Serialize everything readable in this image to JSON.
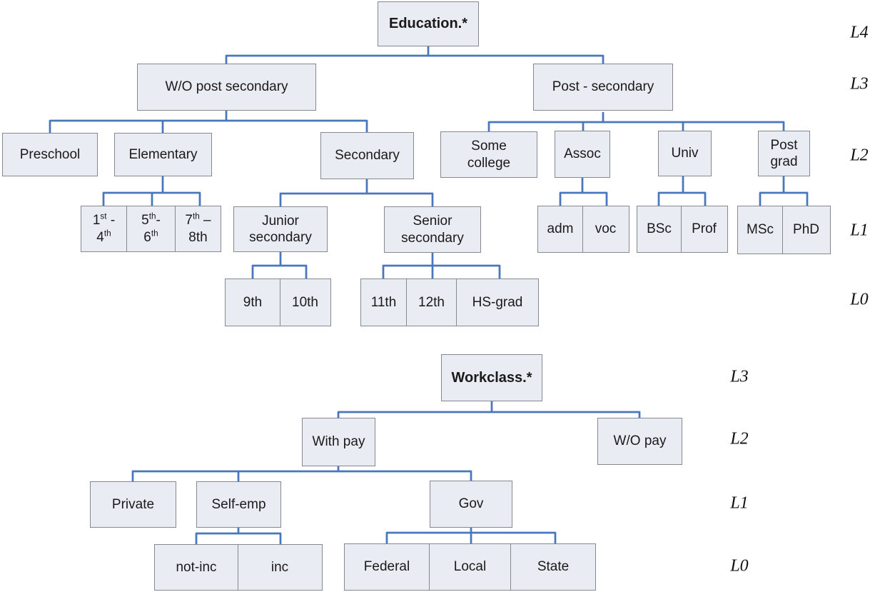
{
  "palette": {
    "node_fill": "#EAECF4",
    "node_border": "#85898F",
    "connector": "#4977BB",
    "text": "#1A1A1A"
  },
  "nodes": {
    "education_root": "Education.*",
    "wo_post_secondary": "W/O post secondary",
    "post_secondary": "Post - secondary",
    "preschool": "Preschool",
    "elementary": "Elementary",
    "secondary": "Secondary",
    "some_college": "Some\ncollege",
    "assoc": "Assoc",
    "univ": "Univ",
    "post_grad": "Post\ngrad",
    "grades_1_4": "1^st^ -\n4^th^",
    "grades_5_6": "5^th^-\n6^th^",
    "grades_7_8": "7^th^ –\n8th",
    "junior_secondary": "Junior\nsecondary",
    "senior_secondary": "Senior\nsecondary",
    "adm": "adm",
    "voc": "voc",
    "bsc": "BSc",
    "prof": "Prof",
    "msc": "MSc",
    "phd": "PhD",
    "grade_9": "9th",
    "grade_10": "10th",
    "grade_11": "11th",
    "grade_12": "12th",
    "hs_grad": "HS-grad",
    "workclass_root": "Workclass.*",
    "with_pay": "With pay",
    "wo_pay": "W/O pay",
    "private": "Private",
    "self_emp": "Self-emp",
    "gov": "Gov",
    "not_inc": "not-inc",
    "inc": "inc",
    "federal": "Federal",
    "local": "Local",
    "state": "State"
  },
  "levels": {
    "education": [
      "L4",
      "L3",
      "L2",
      "L1",
      "L0"
    ],
    "workclass": [
      "L3",
      "L2",
      "L1",
      "L0"
    ]
  }
}
